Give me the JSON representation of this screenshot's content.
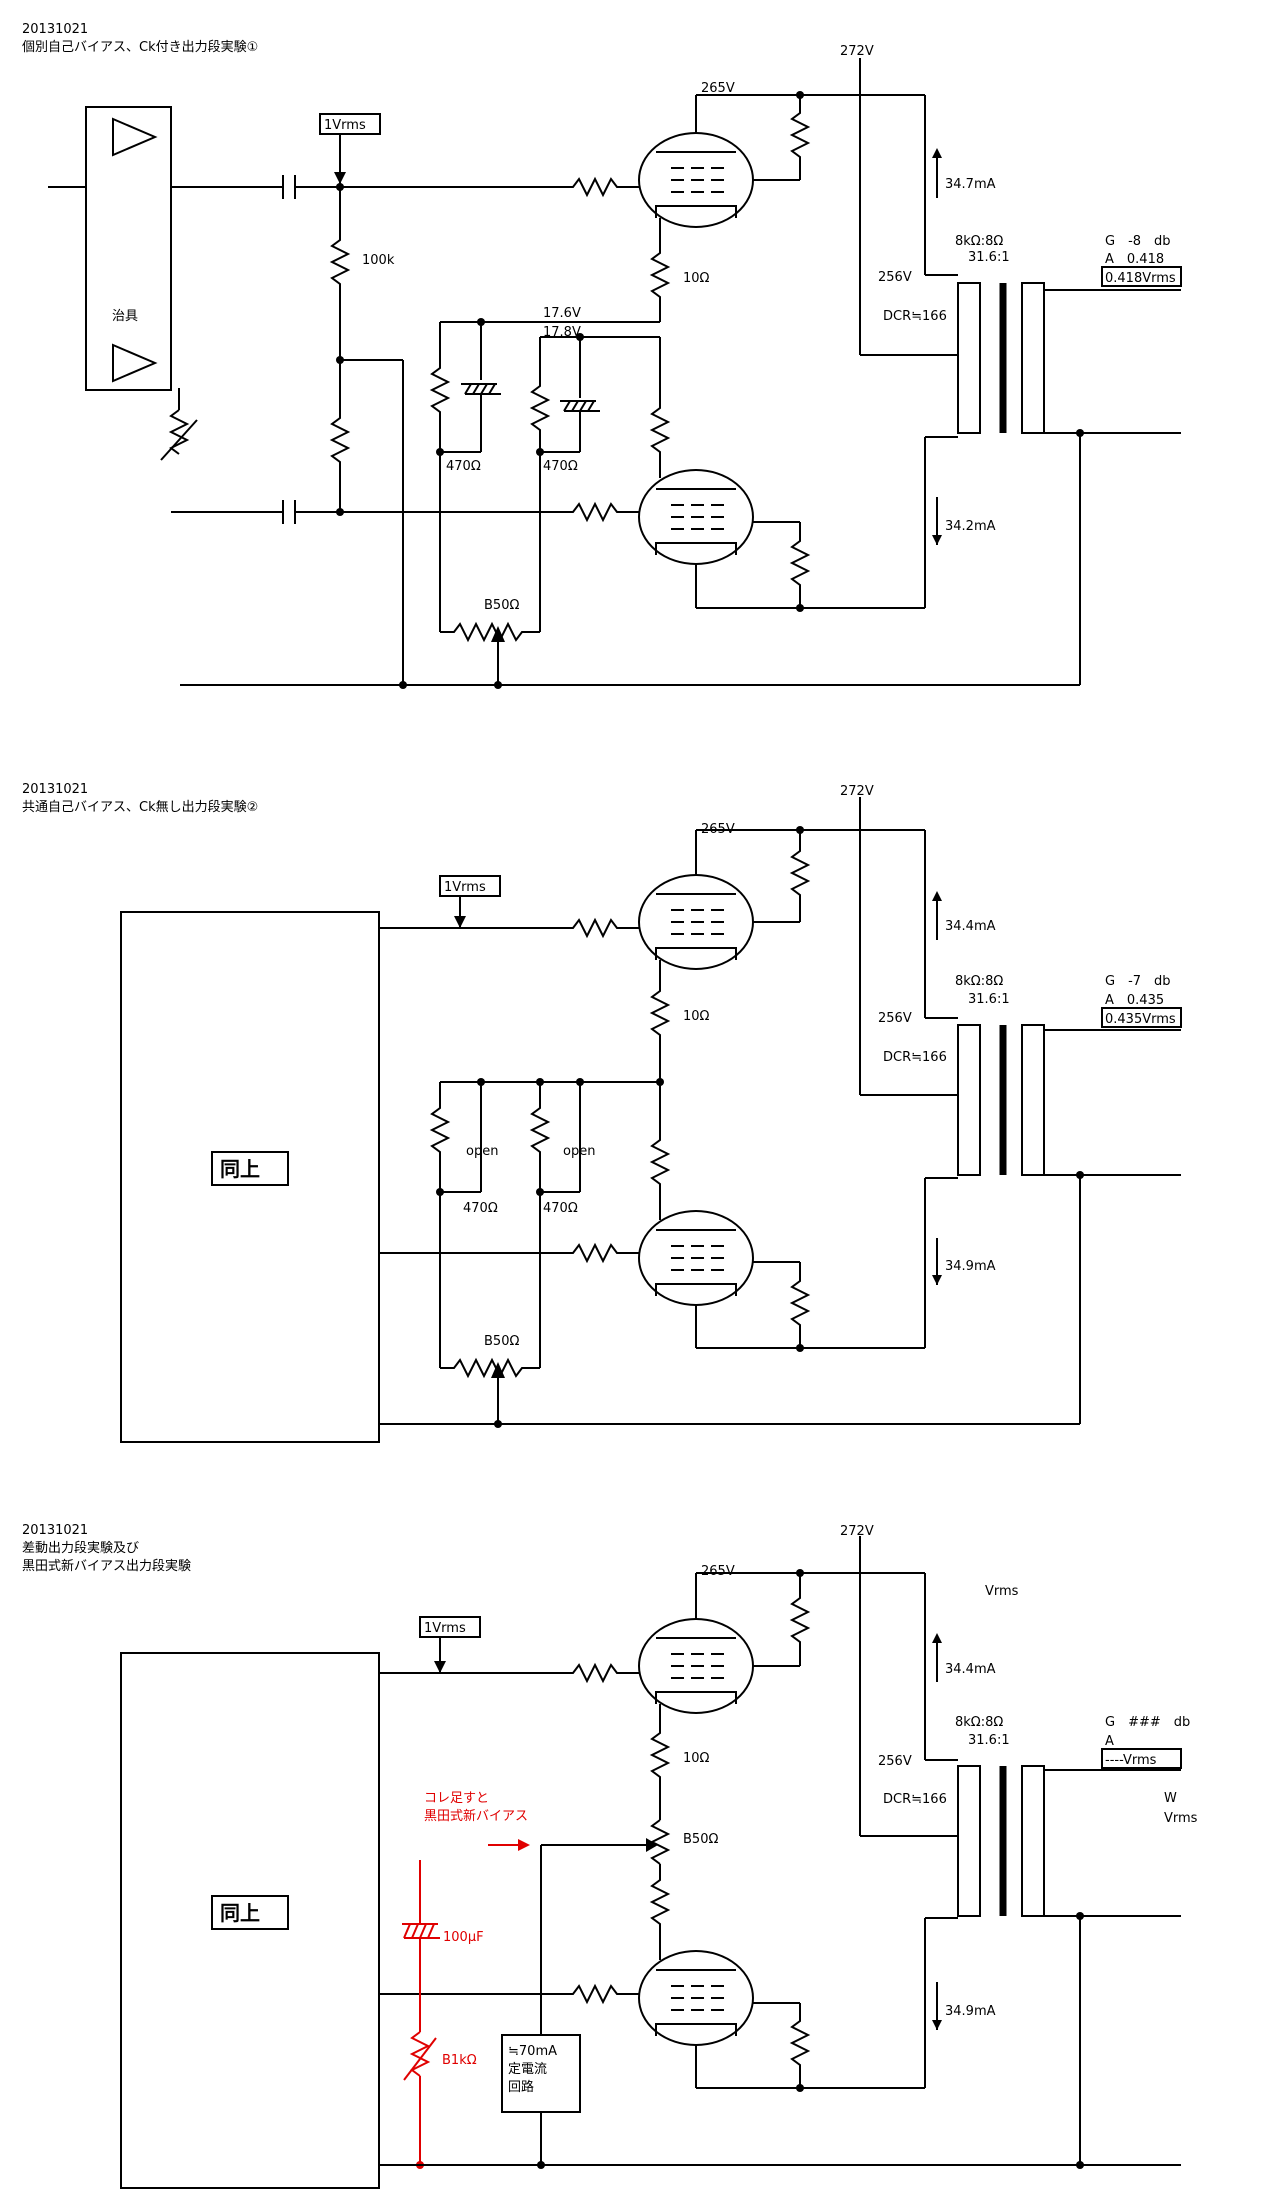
{
  "panel1": {
    "date": "20131021",
    "title": "個別自己バイアス、Ck付き出力段実験①",
    "input_level": "1Vrms",
    "r_grid": "100k",
    "jig_label": "治具",
    "v_b": "272V",
    "v_plate_top": "265V",
    "v_primary": "256V",
    "v_cathode1": "17.6V",
    "v_cathode2": "17.8V",
    "r_cathode_top": "10Ω",
    "r_bias1": "470Ω",
    "r_bias2": "470Ω",
    "pot": "B50Ω",
    "i_top": "34.7mA",
    "i_bottom": "34.2mA",
    "transformer_ratio": "8kΩ:8Ω",
    "transformer_turns": "31.6:1",
    "dcr": "DCR≒166",
    "gain": "G　-8　db",
    "amp": "A　0.418",
    "vout_box": "0.418Vrms"
  },
  "panel2": {
    "date": "20131021",
    "title": "共通自己バイアス、Ck無し出力段実験②",
    "input_level": "1Vrms",
    "same_label": "同上",
    "v_b": "272V",
    "v_plate_top": "265V",
    "v_primary": "256V",
    "r_cathode_top": "10Ω",
    "open1": "open",
    "open2": "open",
    "r_bias1": "470Ω",
    "r_bias2": "470Ω",
    "pot": "B50Ω",
    "i_top": "34.4mA",
    "i_bottom": "34.9mA",
    "transformer_ratio": "8kΩ:8Ω",
    "transformer_turns": "31.6:1",
    "dcr": "DCR≒166",
    "gain": "G　-7　db",
    "amp": "A　0.435",
    "vout_box": "0.435Vrms"
  },
  "panel3": {
    "date": "20131021",
    "title_line1": "差動出力段実験及び",
    "title_line2": "黒田式新バイアス出力段実験",
    "input_level": "1Vrms",
    "same_label": "同上",
    "v_b": "272V",
    "v_plate_top": "265V",
    "v_primary": "256V",
    "r_cathode_top": "10Ω",
    "pot": "B50Ω",
    "i_top": "34.4mA",
    "i_bottom": "34.9mA",
    "transformer_ratio": "8kΩ:8Ω",
    "transformer_turns": "31.6:1",
    "dcr": "DCR≒166",
    "vrms_top": "Vrms",
    "gain": "G　###　db",
    "amp": "A",
    "vout_box": "----Vrms",
    "w_label": "W",
    "vrms_bottom": "Vrms",
    "red_note_line1": "コレ足すと",
    "red_note_line2": "黒田式新バイアス",
    "red_cap": "100μF",
    "red_var": "B1kΩ",
    "ccs_line1": "≒70mA",
    "ccs_line2": "定電流",
    "ccs_line3": "回路"
  },
  "colors": {
    "ink": "#000000",
    "annotation": "#e00000",
    "background": "#ffffff"
  }
}
